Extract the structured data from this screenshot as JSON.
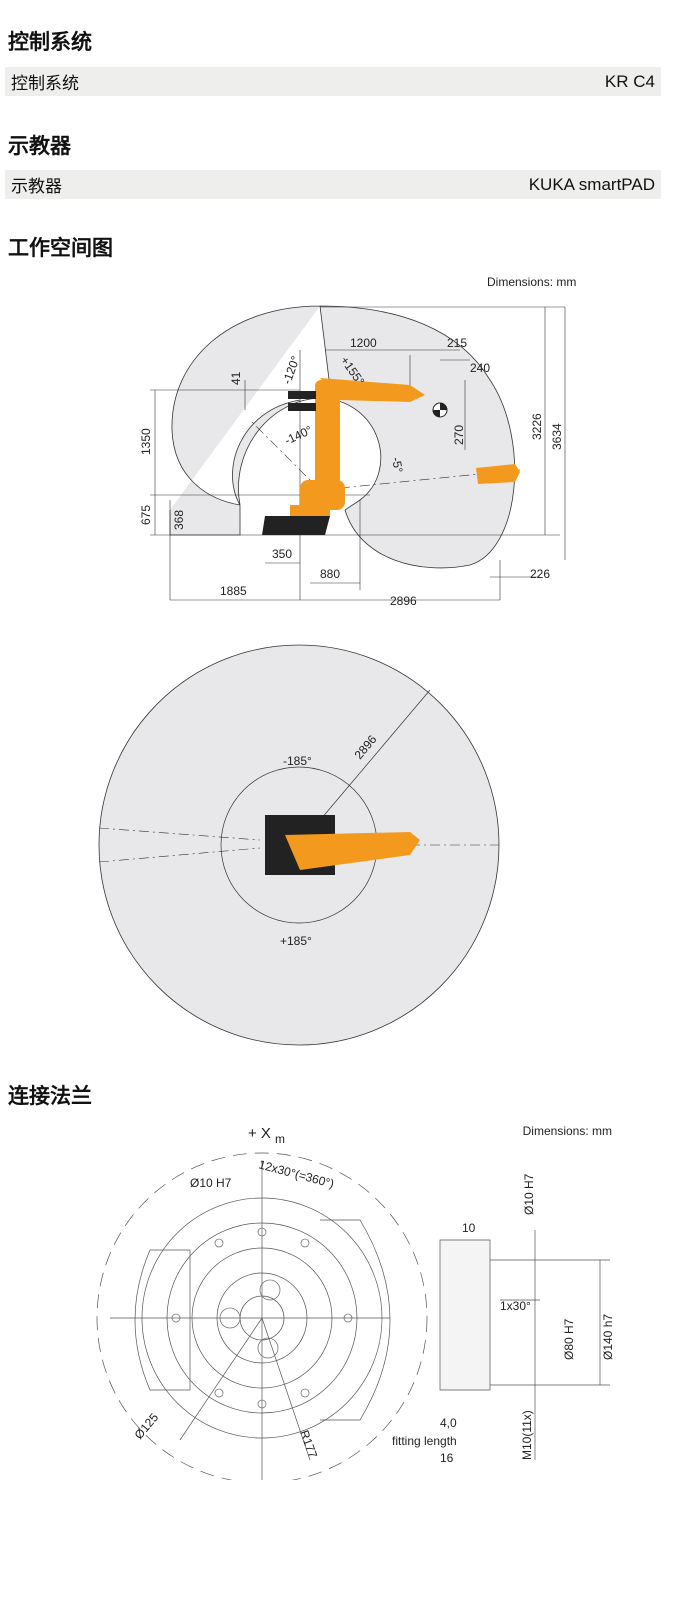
{
  "sections": {
    "control": {
      "title": "控制系统",
      "label": "控制系统",
      "value": "KR C4"
    },
    "pendant": {
      "title": "示教器",
      "label": "示教器",
      "value": "KUKA smartPAD"
    },
    "workspace": {
      "title": "工作空间图",
      "units": "Dimensions: mm",
      "side": {
        "d1200": "1200",
        "d215": "215",
        "d240": "240",
        "d41": "41",
        "d270": "270",
        "d1350": "1350",
        "d675": "675",
        "d368": "368",
        "d350": "350",
        "d880": "880",
        "d1885": "1885",
        "d2896": "2896",
        "d226": "226",
        "d3226": "3226",
        "d3634": "3634",
        "a_m120": "-120°",
        "a_p155": "+155°",
        "a_m140": "-140°",
        "a_m5": "-5°"
      },
      "top": {
        "radius": "2896",
        "a_m185": "-185°",
        "a_p185": "+185°"
      }
    },
    "flange": {
      "title": "连接法兰",
      "units": "Dimensions: mm",
      "axis": "+ X",
      "axis_sub": "m",
      "pin": "Ø10 H7",
      "pattern": "12x30°(=360°)",
      "d125": "Ø125",
      "r177": "R177",
      "s10": "10",
      "s_pin": "Ø10 H7",
      "chamfer": "1x30°",
      "d80": "Ø80 H7",
      "d140": "Ø140 h7",
      "fit_val": "4,0",
      "fit_label": "fitting length",
      "fit_16": "16",
      "thread": "M10(11x)"
    }
  },
  "colors": {
    "robot": "#f39a1e",
    "envelope": "#e8e8ea",
    "row_bg": "#eeeeec"
  }
}
